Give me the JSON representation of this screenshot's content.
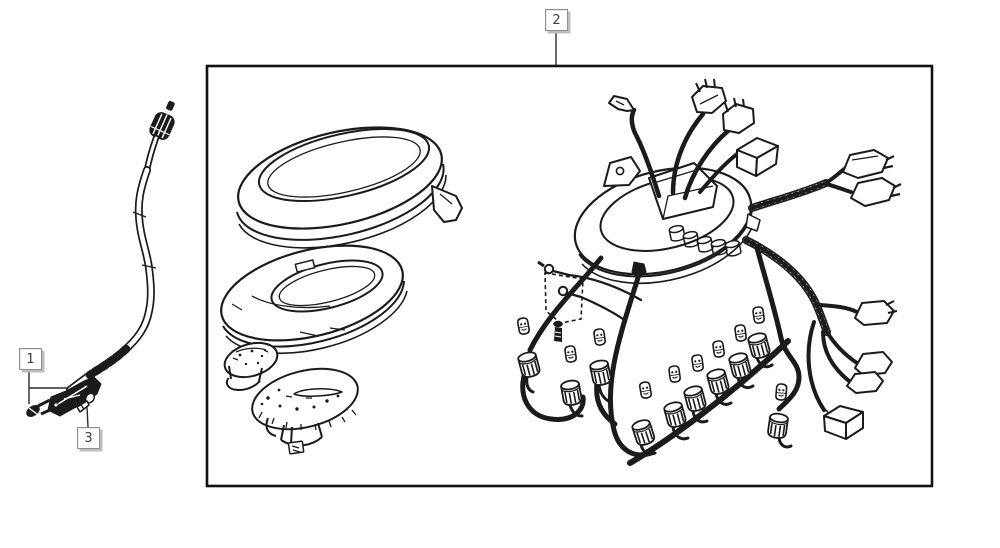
{
  "callouts": {
    "c1": {
      "label": "1"
    },
    "c2": {
      "label": "2"
    },
    "c3": {
      "label": "3"
    }
  },
  "colors": {
    "background": "#ffffff",
    "line_art": "#1b1b1b",
    "callout_face": "#ffffff",
    "callout_border": "#8f8f8f",
    "callout_shadow": "#bdbdbd",
    "callout_text": "#3c3c3c"
  }
}
